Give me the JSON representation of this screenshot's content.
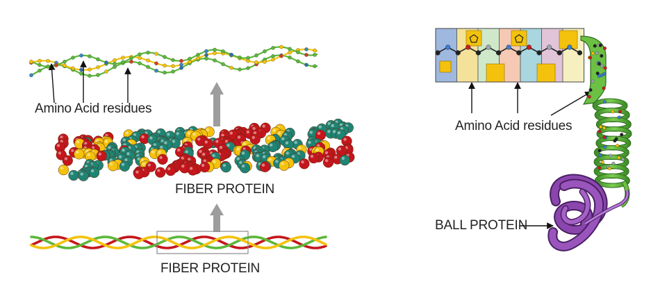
{
  "labels": {
    "left_residues": "Amino Acid residues",
    "fiber_protein_top": "FIBER PROTEIN",
    "fiber_protein_bottom": "FIBER PROTEIN",
    "right_residues": "Amino Acid residues",
    "ball_protein": "BALL PROTEIN"
  },
  "colors": {
    "red": "#c4161c",
    "yellow": "#f4c20d",
    "teal": "#1e8474",
    "green": "#5cb83a",
    "purple": "#7a3b9a",
    "arrow_gray": "#9d9d9d"
  },
  "residue_panel_colors": [
    "#9fb8e0",
    "#f4e19a",
    "#cfe8c9",
    "#f5c9b3",
    "#a9d6df",
    "#e2c4d8",
    "#f6f0c0"
  ]
}
